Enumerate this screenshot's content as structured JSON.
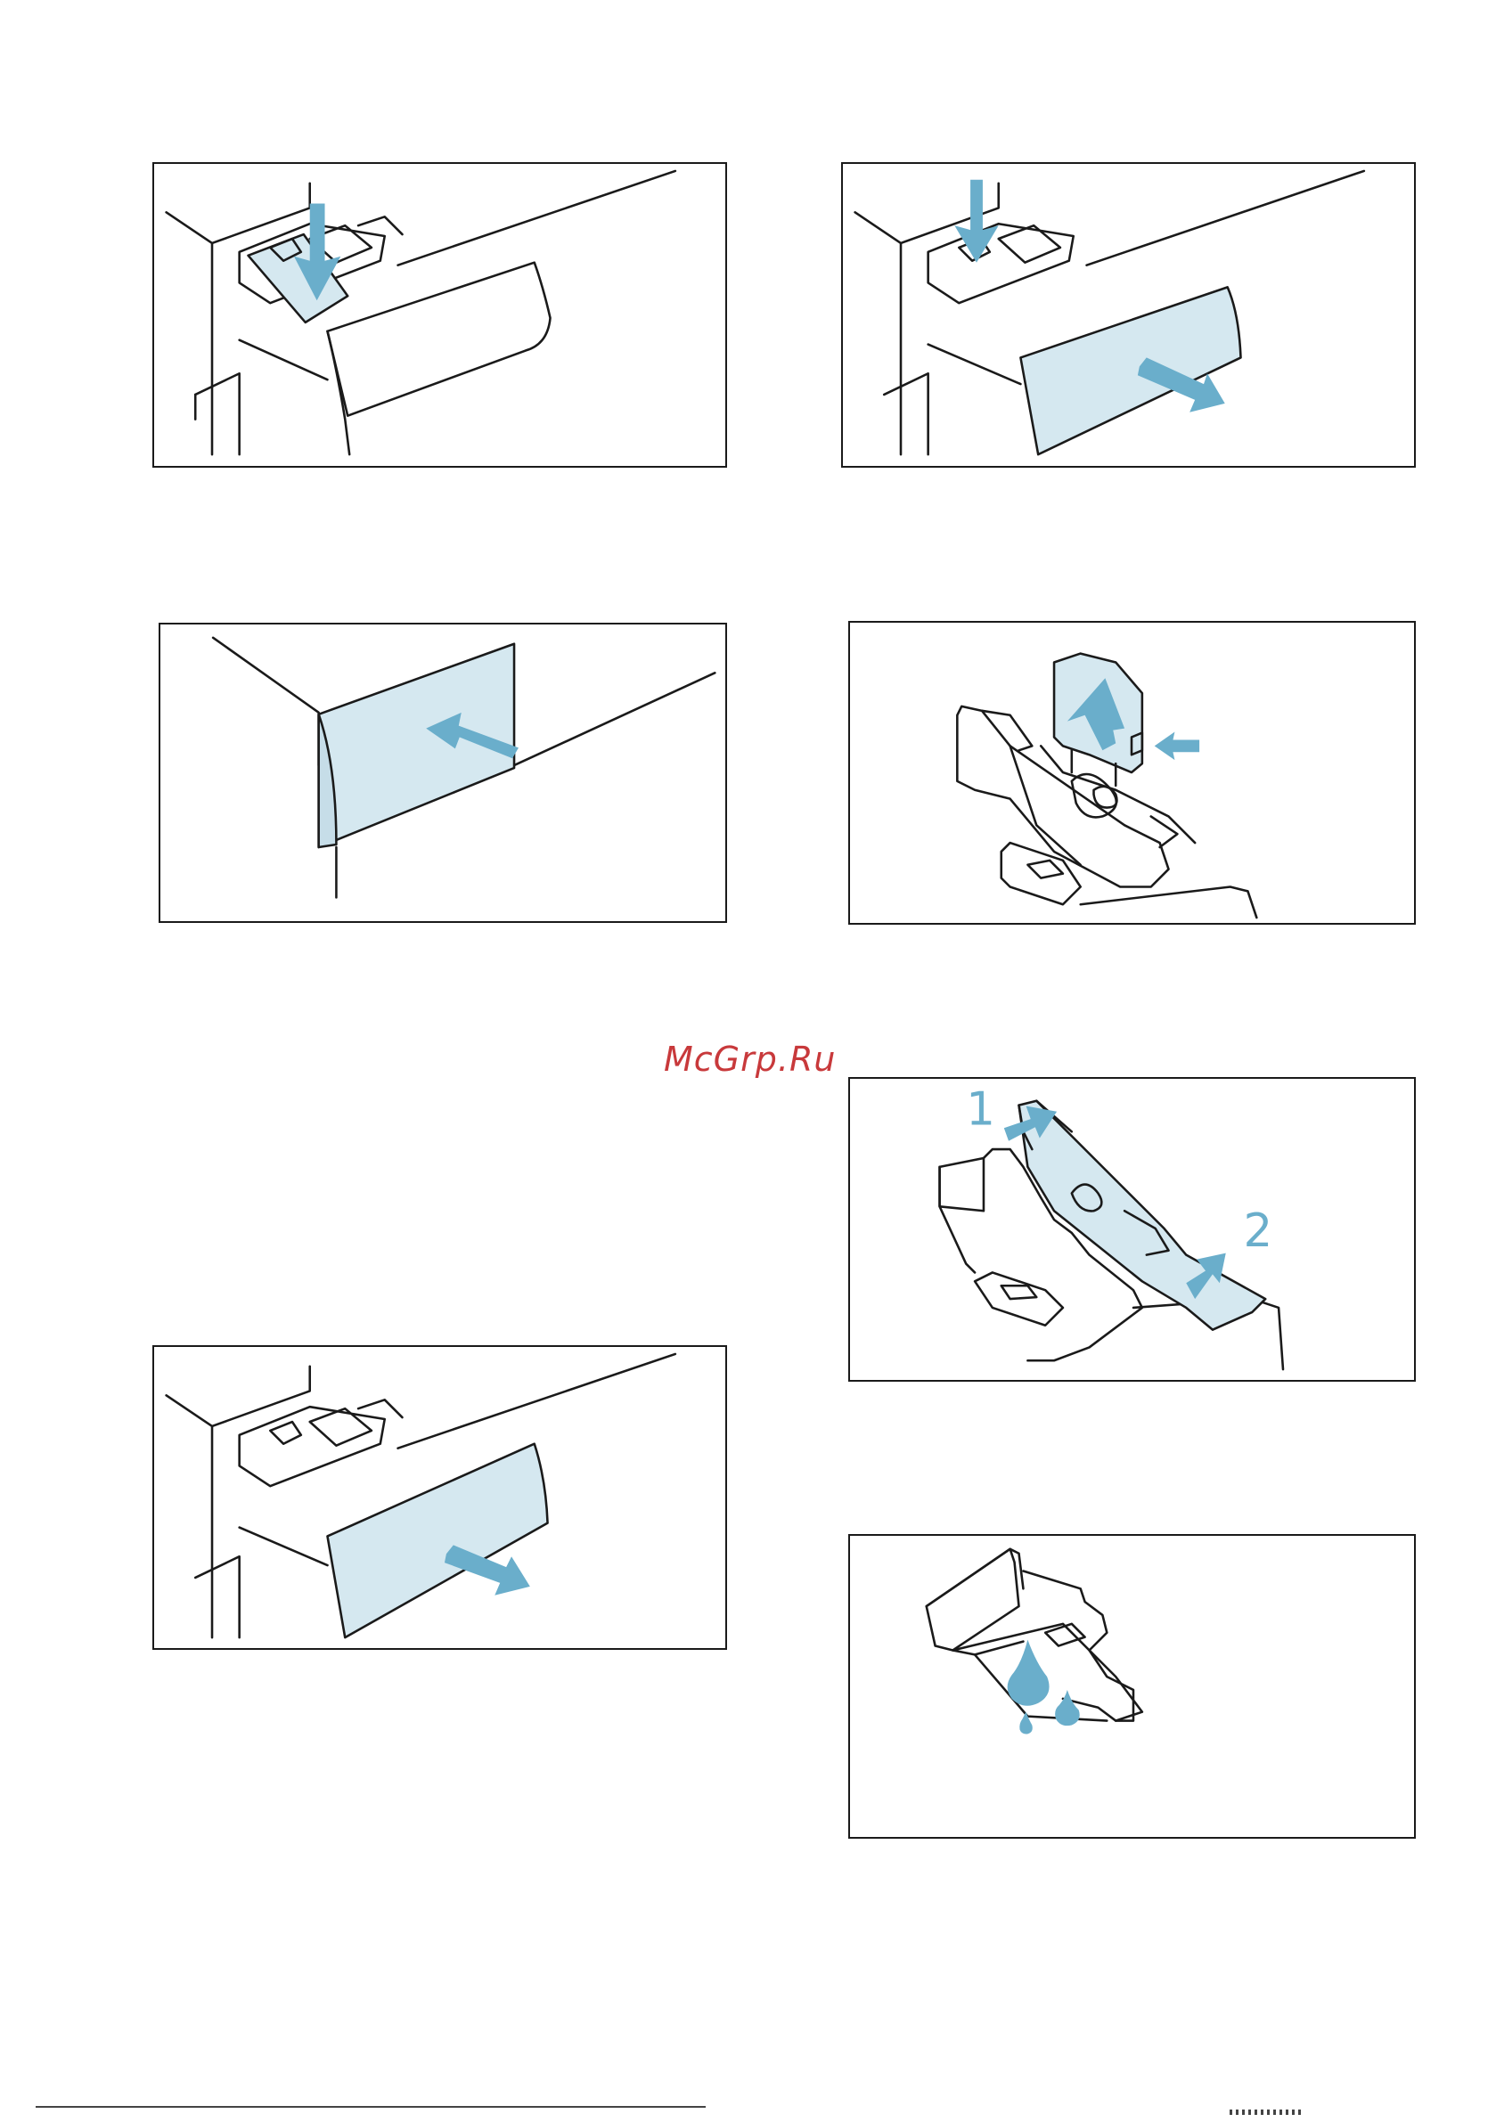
{
  "watermark": "McGrp.Ru",
  "figures": [
    {
      "id": "fig-1",
      "caption": "",
      "callouts": []
    },
    {
      "id": "fig-2",
      "caption": "",
      "callouts": []
    },
    {
      "id": "fig-3",
      "caption": "",
      "callouts": []
    },
    {
      "id": "fig-4",
      "caption": "",
      "callouts": []
    },
    {
      "id": "fig-5",
      "caption": "",
      "callouts": [
        "1",
        "2"
      ]
    },
    {
      "id": "fig-6",
      "caption": "",
      "callouts": []
    },
    {
      "id": "fig-7",
      "caption": "",
      "callouts": []
    }
  ],
  "colors": {
    "accent": "#6aaecb",
    "highlight": "#d5e8f0",
    "line": "#1a1a1a",
    "watermark": "#c8393b"
  }
}
